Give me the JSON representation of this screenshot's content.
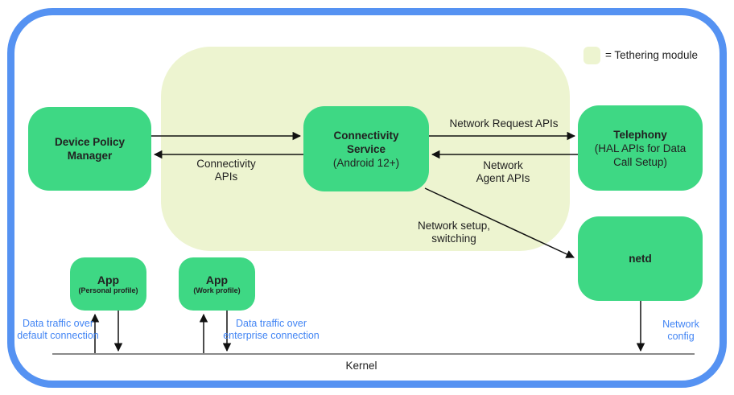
{
  "colors": {
    "border_blue": "#5592f2",
    "box_green": "#3ed884",
    "module_bg": "#edf4d0",
    "label_blue": "#4285f4",
    "text_dark": "#212121",
    "line_dark": "#111111"
  },
  "legend": {
    "label": "= Tethering module"
  },
  "boxes": {
    "device_policy_manager": {
      "title": "Device Policy Manager"
    },
    "connectivity_service": {
      "title": "Connectivity Service",
      "subtitle": "(Android 12+)"
    },
    "telephony": {
      "title": "Telephony",
      "subtitle": "(HAL APIs for Data Call Setup)"
    },
    "netd": {
      "title": "netd"
    },
    "app_personal": {
      "title": "App",
      "subtitle": "(Personal profile)"
    },
    "app_work": {
      "title": "App",
      "subtitle": "(Work profile)"
    }
  },
  "edge_labels": {
    "network_request_apis": "Network Request APIs",
    "network_agent_apis": "Network\nAgent APIs",
    "connectivity_apis": "Connectivity\nAPIs",
    "network_setup_switching": "Network setup,\nswitching",
    "data_traffic_default": "Data traffic over\ndefault connection",
    "data_traffic_enterprise": "Data traffic over\nenterprise connection",
    "network_config": "Network\nconfig"
  },
  "kernel": {
    "label": "Kernel"
  }
}
